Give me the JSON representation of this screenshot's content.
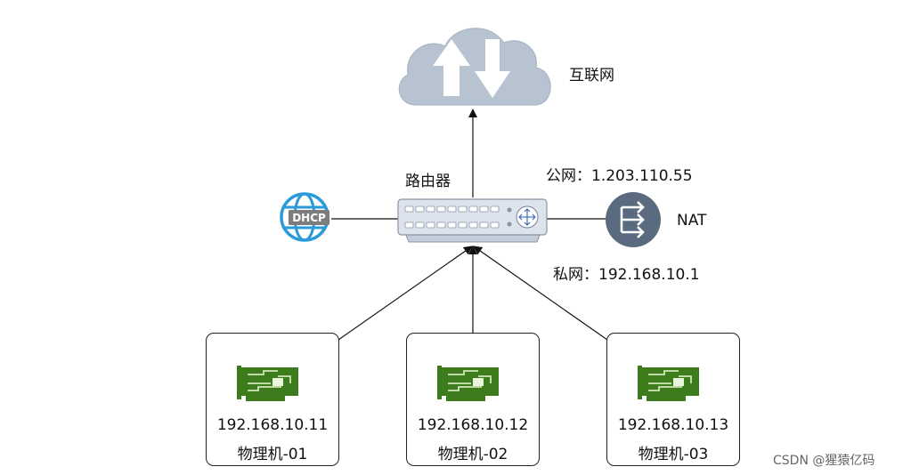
{
  "internet": {
    "label": "互联网"
  },
  "router": {
    "label": "路由器",
    "public_ip": "公网：1.203.110.55",
    "private_ip": "私网：192.168.10.1"
  },
  "dhcp": {
    "label": "DHCP"
  },
  "nat": {
    "label": "NAT"
  },
  "hosts": [
    {
      "ip": "192.168.10.11",
      "name": "物理机-01"
    },
    {
      "ip": "192.168.10.12",
      "name": "物理机-02"
    },
    {
      "ip": "192.168.10.13",
      "name": "物理机-03"
    }
  ],
  "watermark": "CSDN @猩猿亿码",
  "colors": {
    "cloud": "#b7c3d1",
    "dhcp_globe": "#2a9ad8",
    "dhcp_badge": "#7d7d7d",
    "nat": "#5b6b7f",
    "nic_green": "#3d7c1d",
    "router_body": "#dde3ec",
    "router_edge": "#8895a8"
  },
  "icons": [
    "cloud-upload-download-icon",
    "router-icon",
    "dhcp-globe-icon",
    "nat-icon",
    "network-card-icon"
  ]
}
